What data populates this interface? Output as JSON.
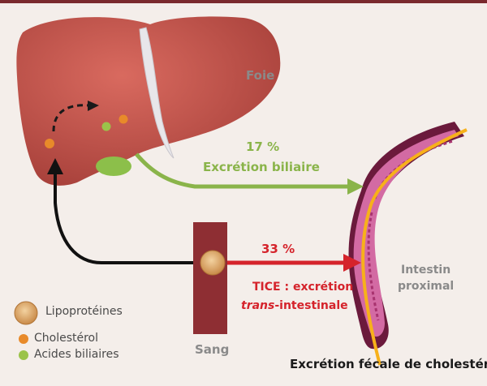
{
  "labels": {
    "liver": "Foie",
    "biliary_percent": "17 %",
    "biliary_label": "Excrétion biliaire",
    "tice_percent": "33 %",
    "tice_label_line1": "TICE : excrétion",
    "tice_label_line2_italic": "trans",
    "tice_label_line2_rest": "-intestinale",
    "intestine_line1": "Intestin",
    "intestine_line2": "proximal",
    "blood": "Sang",
    "fecal": "Excrétion fécale de cholestérol"
  },
  "legend": {
    "lipoproteins": "Lipoprotéines",
    "cholesterol": "Cholestérol",
    "bile_acids": "Acides biliaires"
  },
  "colors": {
    "liver": "#c2504a",
    "blood_band": "#8e2e33",
    "intestine": "#b43a78",
    "biliary_arrow": "#8ab44a",
    "tice_arrow": "#d5232b",
    "fecal_line": "#f7b11a",
    "cholesterol": "#e88a2a",
    "bile_acid": "#9bc34a"
  }
}
